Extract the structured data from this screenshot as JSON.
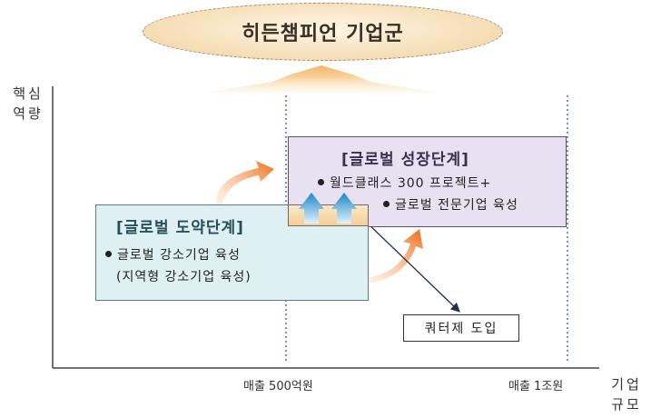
{
  "top_goal": {
    "title": "히든챔피언 기업군"
  },
  "axes": {
    "y_title_line1": "핵심",
    "y_title_line2": "역량",
    "x_title_line1": "기업",
    "x_title_line2": "규모",
    "tick_500": "매출 500억원",
    "tick_1t": "매출 1조원"
  },
  "growth_stage": {
    "title": "[글로벌 성장단계]",
    "line1": "월드클래스 300 프로젝트+",
    "line2": "글로벌 전문기업 육성"
  },
  "leap_stage": {
    "title": "[글로벌 도약단계]",
    "line1": "글로벌 강소기업 육성",
    "line2": "(지역형 강소기업 육성)"
  },
  "quota": {
    "label": "쿼터제 도입"
  },
  "colors": {
    "orange_arrow": "#f07a28",
    "blue_arrow": "#2e9bd6",
    "dashed_line": "#4a6fa5"
  }
}
